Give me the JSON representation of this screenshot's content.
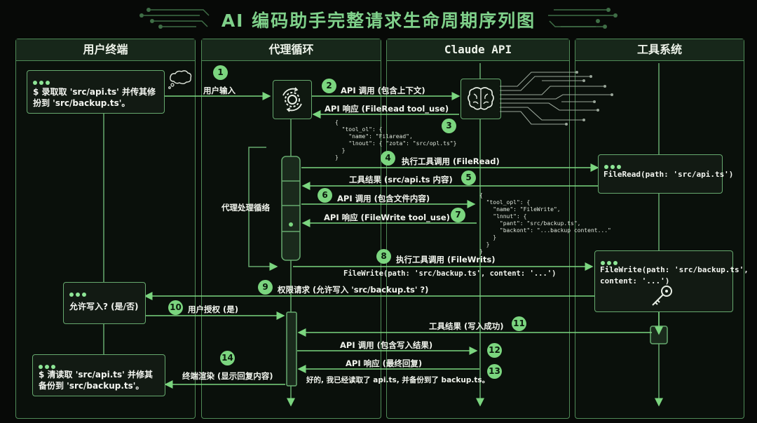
{
  "title": "AI 编码助手完整请求生命周期序列图",
  "lanes": {
    "user": "用户终端",
    "agent": "代理循环",
    "api": "Claude API",
    "tools": "工具系统"
  },
  "boxes": {
    "user_prompt": "$ 录取取 'src/api.ts' 并传其修\n扮到 'src/backup.ts'。",
    "permission_prompt": "允许写入? (是/否)",
    "final_output": "$ 清读取 'src/api.ts' 并修其\n备份到 'src/backup.ts'。",
    "tool_read": "FileRead(path: 'src/api.ts')",
    "tool_write": "FileWrite(path: 'src/backup.ts',\ncontent: '...')"
  },
  "loop_label": "代理处理循络",
  "code_blocks": {
    "read_call": "{\n  \"tool_ol\": {\n    \"name\": \"Filaread\",\n    \"lnout\": { \"zota\": \"src/opl.ts\"}\n  }\n}",
    "write_call": "{\n  \"tool_opl\": {\n    \"name\": \"FileWrite\",\n    \"lnnut\": {\n      \"pant\": \"src/backup.ts\",\n      \"backont\": \"...backup content...\"\n    }\n  }\n}"
  },
  "steps": [
    {
      "num": "1",
      "label": "用户输入"
    },
    {
      "num": "2",
      "label": "API 调用 (包含上下文)"
    },
    {
      "num": "3",
      "label": "API 响应 (FileRead tool_use)"
    },
    {
      "num": "4",
      "label": "执行工具调用 (FileRead)"
    },
    {
      "num": "5",
      "label": "工具结果 (src/api.ts 内容)"
    },
    {
      "num": "6",
      "label": "API 调用 (包含文件内容)"
    },
    {
      "num": "7",
      "label": "API 响应 (FileWrite tool_use)"
    },
    {
      "num": "8",
      "label": "执行工具调用 (FileWrits)"
    },
    {
      "num": "9",
      "label": "权限请求 (允许写入 'src/backup.ts' ?)"
    },
    {
      "num": "10",
      "label": "用户授权 (是)"
    },
    {
      "num": "11",
      "label": "工具结果 (写入成功)"
    },
    {
      "num": "12",
      "label": "API 调用 (包含写入结果)"
    },
    {
      "num": "13",
      "label": "API 响应 (最终回复)"
    },
    {
      "num": "14",
      "label": "终端渲染 (显示回复内容)"
    }
  ],
  "step8_sublabel": "FileWrite(path: 'src/backup.ts', content: '...')",
  "step13_sublabel": "好的, 我已经读取了 api.ts, 并备份到了 backup.ts。",
  "icons": {
    "thought": "thought-bubble-icon",
    "loop": "gear-cycle-icon",
    "brain": "brain-circuit-icon",
    "key": "key-icon"
  },
  "colors": {
    "accent": "#7bd57f",
    "line": "#66a96e",
    "background": "#070907"
  }
}
